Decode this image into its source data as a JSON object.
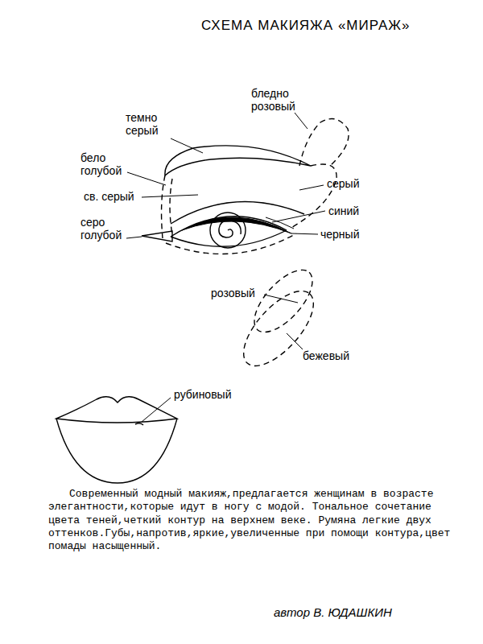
{
  "diagram": {
    "title": "СХЕМА МАКИЯЖА «МИРАЖ»",
    "caption": "Современный модный макияж,предлагается женщинам в возрасте элегантности,которые идут в ногу с модой. Тональное сочетание цвета теней,четкий контур на верхнем веке. Румяна легкие двух оттенков.Губы,напротив,яркие,увеличенные при помощи контура,цвет помады насыщенный.",
    "labels": [
      "темно серый",
      "бледно розовый",
      "бело голубой",
      "св. серый",
      "серо голубой",
      "серый",
      "синий",
      "черный",
      "розовый",
      "бежевый",
      "рубиновый",
      "автор В. ЮДАШКИН"
    ]
  }
}
